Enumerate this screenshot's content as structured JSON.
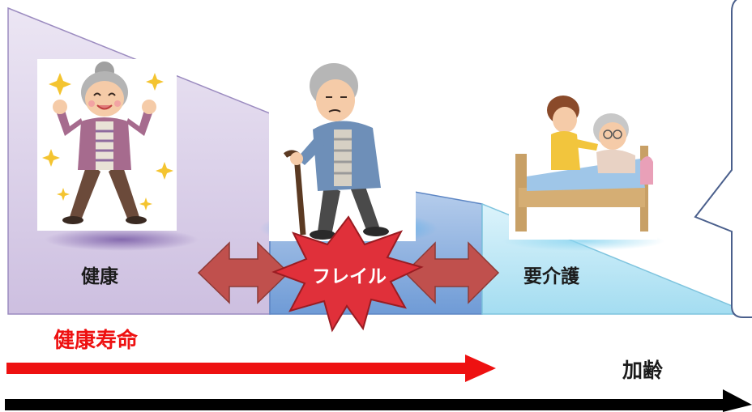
{
  "stages": {
    "healthy": "健康",
    "frail": "フレイル",
    "care": "要介護"
  },
  "healthy_life_expectancy": "健康寿命",
  "aging": "加齢",
  "speech_bubble": {
    "text": ""
  },
  "figures": {
    "healthy": "cheerful-grandmother-figure",
    "frail": "frail-elder-with-cane-figure",
    "care": "bedridden-elder-with-caregiver-figure"
  },
  "colors": {
    "healthy_zone": "#dcd1ea",
    "frail_zone": "#7fa7dc",
    "care_zone": "#b9e6f4",
    "bidirectional_arrow": "#c0504d",
    "frail_burst": "#e0303a",
    "healthy_life_arrow": "#ee1111",
    "aging_arrow": "#000000"
  }
}
